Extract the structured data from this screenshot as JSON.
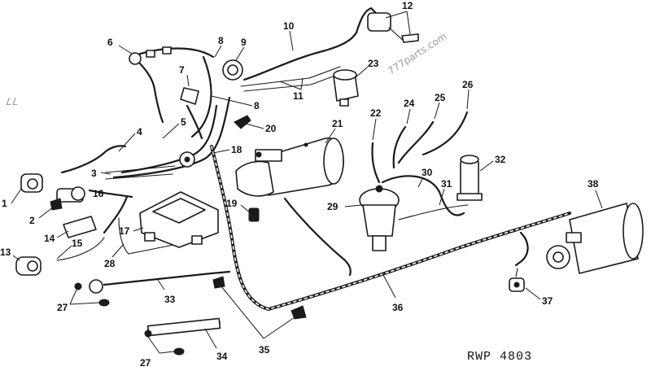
{
  "drawing_code": "RWP 4803",
  "watermarks": [
    "777parts.com",
    "77"
  ],
  "callouts": {
    "1": "1",
    "2": "2",
    "3": "3",
    "4": "4",
    "5": "5",
    "6": "6",
    "7": "7",
    "8a": "8",
    "8b": "8",
    "9": "9",
    "10": "10",
    "11": "11",
    "12": "12",
    "13": "13",
    "14": "14",
    "15": "15",
    "16": "16",
    "17": "17",
    "18": "18",
    "19": "19",
    "20": "20",
    "21": "21",
    "22": "22",
    "23": "23",
    "24": "24",
    "25": "25",
    "26": "26",
    "27a": "27",
    "27b": "27",
    "28": "28",
    "29": "29",
    "30": "30",
    "31": "31",
    "32": "32",
    "33": "33",
    "34": "34",
    "35": "35",
    "36": "36",
    "37": "37",
    "38": "38"
  }
}
